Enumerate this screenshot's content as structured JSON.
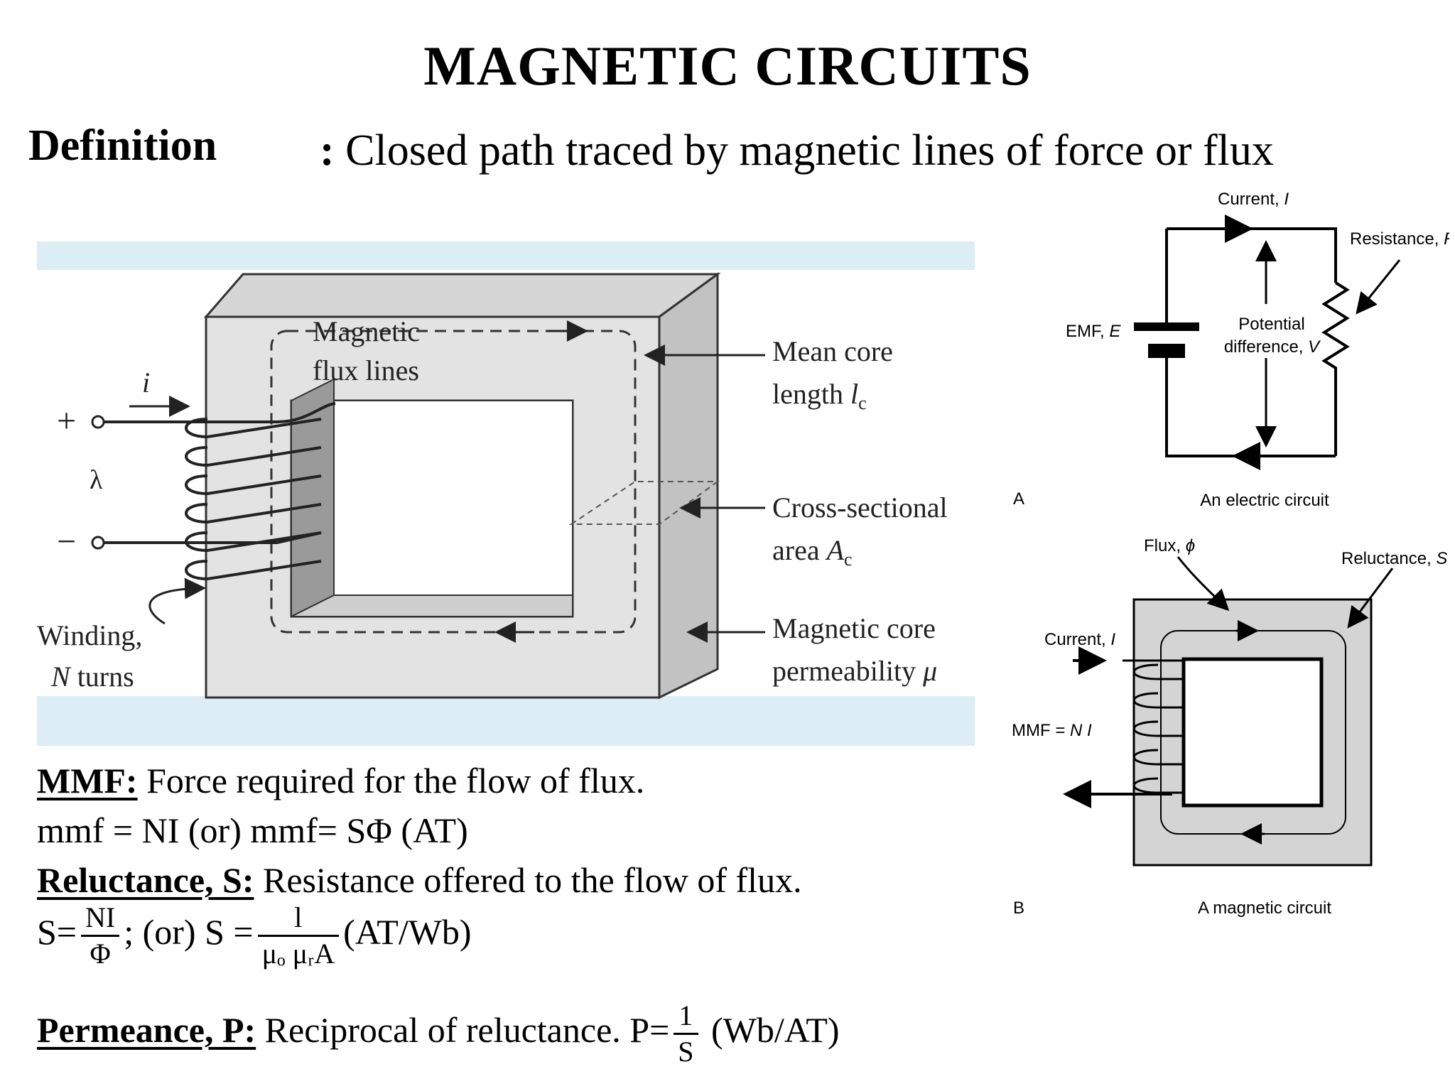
{
  "title": "MAGNETIC CIRCUITS",
  "definition": {
    "term": "Definition",
    "colon": ":",
    "text": "Closed path traced by magnetic lines of force or flux"
  },
  "core_figure": {
    "labels": {
      "flux_lines_1": "Magnetic",
      "flux_lines_2": "flux lines",
      "mean_core_1": "Mean core",
      "mean_core_2": "length",
      "mean_core_sym": "l",
      "mean_core_sub": "c",
      "cross_1": "Cross-sectional",
      "cross_2": "area",
      "cross_sym": "A",
      "cross_sub": "c",
      "perm_1": "Magnetic core",
      "perm_2": "permeability",
      "perm_sym": "μ",
      "winding_1": "Winding,",
      "winding_2_sym": "N",
      "winding_2": "turns",
      "current": "i",
      "plus": "+",
      "minus": "−",
      "lambda": "λ"
    }
  },
  "electric_figure": {
    "current": "Current,",
    "current_sym": "I",
    "resistance": "Resistance,",
    "resistance_sym": "R",
    "emf": "EMF,",
    "emf_sym": "E",
    "pd_1": "Potential",
    "pd_2": "difference,",
    "pd_sym": "V",
    "letter": "A",
    "caption": "An electric circuit"
  },
  "magnetic_figure": {
    "flux": "Flux,",
    "flux_sym": "ϕ",
    "reluctance": "Reluctance,",
    "reluctance_sym": "S",
    "current": "Current,",
    "current_sym": "I",
    "mmf": "MMF =",
    "mmf_sym": "N I",
    "letter": "B",
    "caption": "A magnetic circuit"
  },
  "mmf": {
    "term": "MMF:",
    "text": "Force required for the flow of flux.",
    "formula": "mmf = NI (or) mmf= SΦ (AT)"
  },
  "reluctance": {
    "term": "Reluctance, S:",
    "text": "Resistance offered to the flow of flux.",
    "s_eq": "S=",
    "frac1_num": "NI",
    "frac1_den": "Φ",
    "or_text": "; (or) S =",
    "frac2_num": "l",
    "frac2_den": "μₒ μᵣA",
    "unit": "(AT/Wb)"
  },
  "permeance": {
    "term": "Permeance, P:",
    "text": "Reciprocal of reluctance.",
    "p_eq": "P=",
    "frac_num": "1",
    "frac_den": "S",
    "unit": "(Wb/AT)"
  }
}
